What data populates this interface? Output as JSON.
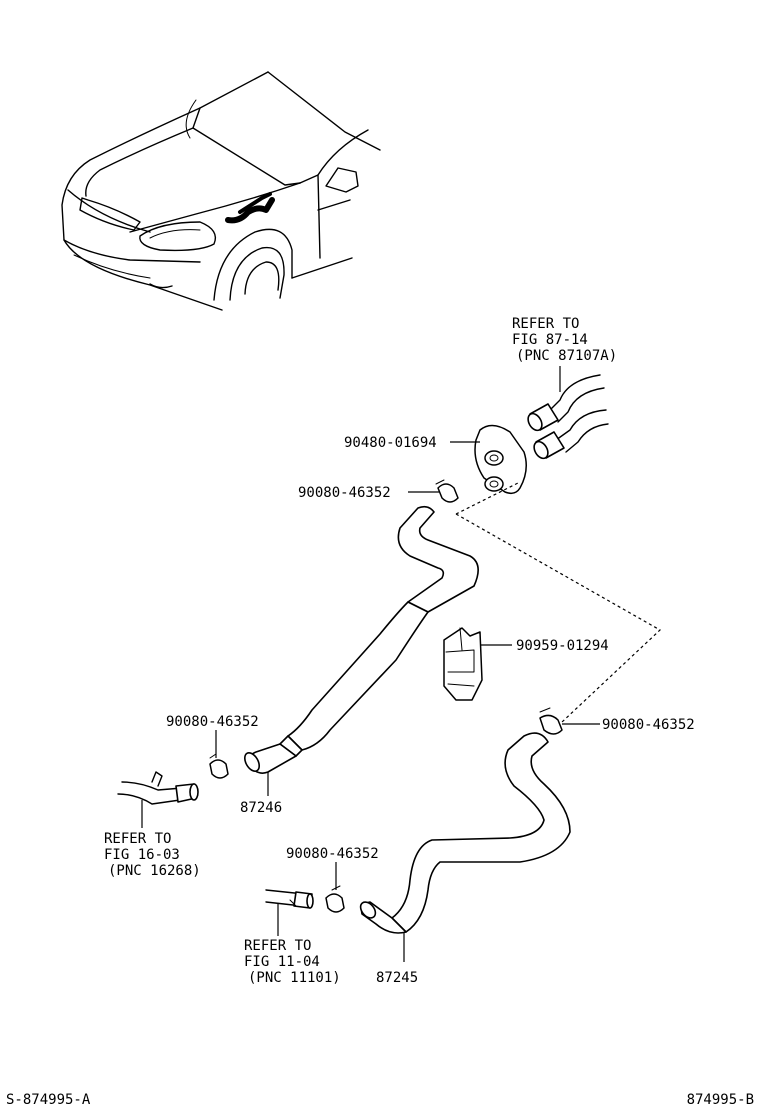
{
  "references": {
    "ref_top": [
      "REFER TO",
      "FIG 87-14",
      "(PNC 87107A)"
    ],
    "ref_left": [
      "REFER TO",
      "FIG 16-03",
      "(PNC 16268)"
    ],
    "ref_bottom": [
      "REFER TO",
      "FIG 11-04",
      "(PNC 11101)"
    ]
  },
  "parts": {
    "grommet": "90480-01694",
    "clamp_top": "90080-46352",
    "clip": "90959-01294",
    "clamp_right": "90080-46352",
    "clamp_left": "90080-46352",
    "clamp_bottom": "90080-46352",
    "hose_upper": "87246",
    "hose_lower": "87245"
  },
  "footer": {
    "left_code": "S-874995-A",
    "right_code": "874995-B"
  }
}
